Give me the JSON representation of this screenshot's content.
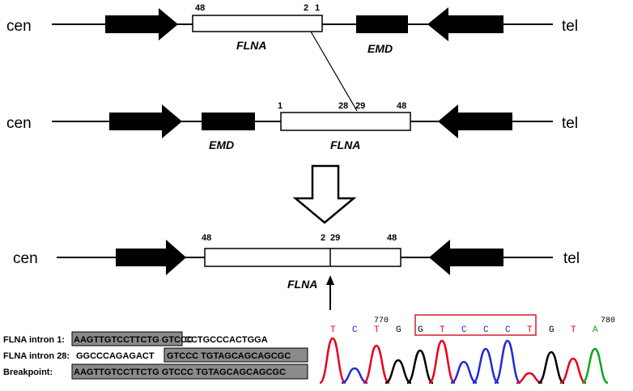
{
  "rows": [
    {
      "left": "cen",
      "right": "tel",
      "flna": {
        "label": "FLNA",
        "nums": [
          "48",
          "2",
          "1"
        ]
      },
      "emd": {
        "label": "EMD"
      }
    },
    {
      "left": "cen",
      "right": "tel",
      "flna": {
        "label": "FLNA",
        "nums": [
          "1",
          "28",
          "29",
          "48"
        ]
      },
      "emd": {
        "label": "EMD"
      }
    },
    {
      "left": "cen",
      "right": "tel",
      "flna": {
        "label": "FLNA",
        "nums": [
          "48",
          "2",
          "29",
          "48"
        ]
      }
    }
  ],
  "sequences": [
    {
      "label": "FLNA intron 1:",
      "shaded": "AAGTTGTCCTTCTG GTCCC",
      "plain": "CCTGCCCACTGGA"
    },
    {
      "label": "FLNA intron 28:",
      "plain": "GGCCCAGAGACT",
      "shaded": "GTCCC TGTAGCAGCAGCGC"
    },
    {
      "label": "Breakpoint:",
      "shaded": "AAGTTGTCCTTCTG GTCCC TGTAGCAGCAGCGC"
    }
  ],
  "chromatogram": {
    "positions": [
      "770",
      "780"
    ],
    "bases": [
      "T",
      "C",
      "T",
      "G",
      "G",
      "T",
      "C",
      "C",
      "C",
      "T",
      "G",
      "T",
      "A"
    ],
    "colors": {
      "T": "#e8001c",
      "C": "#1f2bd6",
      "G": "#000000",
      "A": "#0aa61e"
    }
  }
}
